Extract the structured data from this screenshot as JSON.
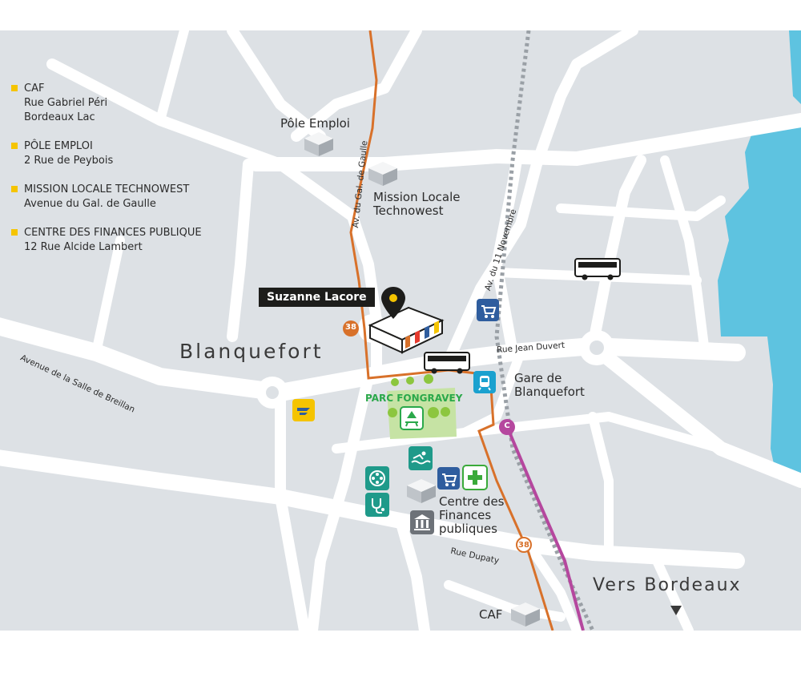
{
  "legend": [
    {
      "title": "CAF",
      "lines": [
        "Rue Gabriel Péri",
        "Bordeaux Lac"
      ]
    },
    {
      "title": "PÔLE EMPLOI",
      "lines": [
        "2 Rue de Peybois"
      ]
    },
    {
      "title": "MISSION LOCALE TECHNOWEST",
      "lines": [
        "Avenue du Gal. de Gaulle"
      ]
    },
    {
      "title": "CENTRE DES FINANCES PUBLIQUE",
      "lines": [
        "12 Rue Alcide Lambert"
      ]
    }
  ],
  "map": {
    "town": "Blanquefort",
    "destination": "Vers Bordeaux",
    "highlight": "Suzanne Lacore",
    "park": "PARC FONGRAVEY",
    "bus_line": "38",
    "tram_line": "C",
    "places": {
      "pole_emploi": "Pôle Emploi",
      "mission_locale": [
        "Mission Locale",
        "Technowest"
      ],
      "gare": [
        "Gare de",
        "Blanquefort"
      ],
      "finances": [
        "Centre des",
        "Finances",
        "publiques"
      ],
      "caf": "CAF"
    },
    "streets": {
      "gal_de_gaulle": "Av. du Gal. de Gaulle",
      "onze_novembre": "Av. du 11 Novembre",
      "jean_duvert": "Rue Jean Duvert",
      "salle_de_breillan": "Avenue de la Salle de Breillan",
      "dupaty": "Rue Dupaty"
    }
  },
  "colors": {
    "land": "#dde1e5",
    "road": "#ffffff",
    "water": "#5ec3e0",
    "bus_route": "#d8712a",
    "tram_line": "#b5479e",
    "railway": "#9aa0a6",
    "park": "#c6e3a4",
    "marker": "#f5c400",
    "shop_icon": "#2f5d9e",
    "leisure_icon": "#1f9a8a",
    "pharmacy_icon": "#3aaa3a",
    "post_icon": "#f5c400"
  }
}
